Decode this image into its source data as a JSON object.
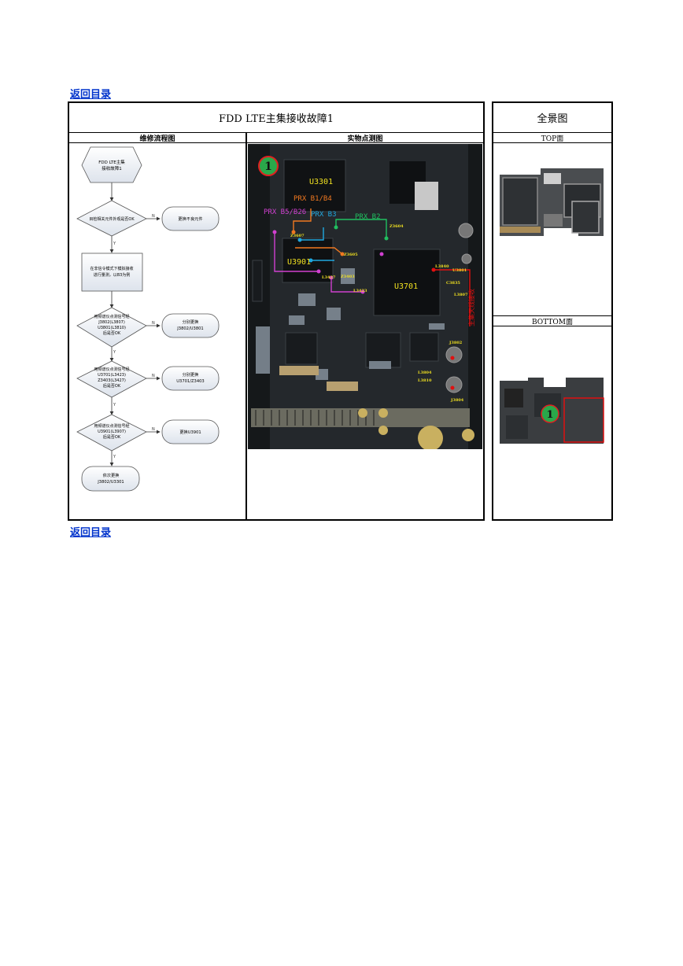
{
  "nav": {
    "back_label_top": "返回目录",
    "back_label_bottom": "返回目录"
  },
  "main_table": {
    "title": "FDD LTE主集接收故障1",
    "col_flow": "维修流程图",
    "col_photo": "实物点测图"
  },
  "side_table": {
    "title": "全景图",
    "top_label": "TOP面",
    "bottom_label": "BOTTOM面",
    "marker": "1"
  },
  "flowchart": {
    "start": [
      "FDD LTE主集",
      "接收故障1"
    ],
    "d1": "目检相关元件外观是否OK",
    "r1": "更换不良元件",
    "step": [
      "在非信令模式下模拟接收",
      "进行量测，以B3为例"
    ],
    "d2": [
      "用频谱仪点测信号经",
      "J3802(L3807)",
      "U3801(L3810)",
      "后是否OK"
    ],
    "r2": [
      "分别更换",
      "J3802/U3801"
    ],
    "d3": [
      "用频谱仪点测信号经",
      "U3701(L3423)",
      "Z3403(L3427)",
      "后是否OK"
    ],
    "r3": [
      "分别更换",
      "U3701/Z3403"
    ],
    "d4": [
      "用频谱仪点测信号经",
      "U3901(L3907)",
      "后是否OK"
    ],
    "r4": "更换U3901",
    "end": [
      "依次更换",
      "J3802/U3301"
    ],
    "yes": "Y",
    "no": "N"
  },
  "photo": {
    "marker": "1",
    "chips": {
      "u3301": "U3301",
      "u3901": "U3901",
      "u3701": "U3701"
    },
    "paths": {
      "prx_b1b4": "PRX B1/B4",
      "prx_b5b26": "PRX B5/B26",
      "prx_b3": "PRX B3",
      "prx_b2": "PRX B2"
    },
    "refs": {
      "z3604": "Z3604",
      "z3605": "Z3605",
      "z3607": "Z3607",
      "l3427": "L3427",
      "z3403": "Z3403",
      "l3423": "L3423",
      "l3840": "L3840",
      "u3801": "U3801",
      "c3835": "C3835",
      "l3807": "L3807",
      "j3802": "J3802",
      "l3804": "L3804",
      "l3810": "L3810",
      "j3804": "J3804"
    },
    "vertical_note": "主集天线接收"
  },
  "colors": {
    "link": "#0033cc",
    "prx_b1b4": "#f07820",
    "prx_b5b26": "#d040d0",
    "prx_b3": "#20a8e0",
    "prx_b2": "#20c060",
    "chip_label": "#f0e020",
    "marker": "#2aa84a",
    "red": "#e01010"
  }
}
